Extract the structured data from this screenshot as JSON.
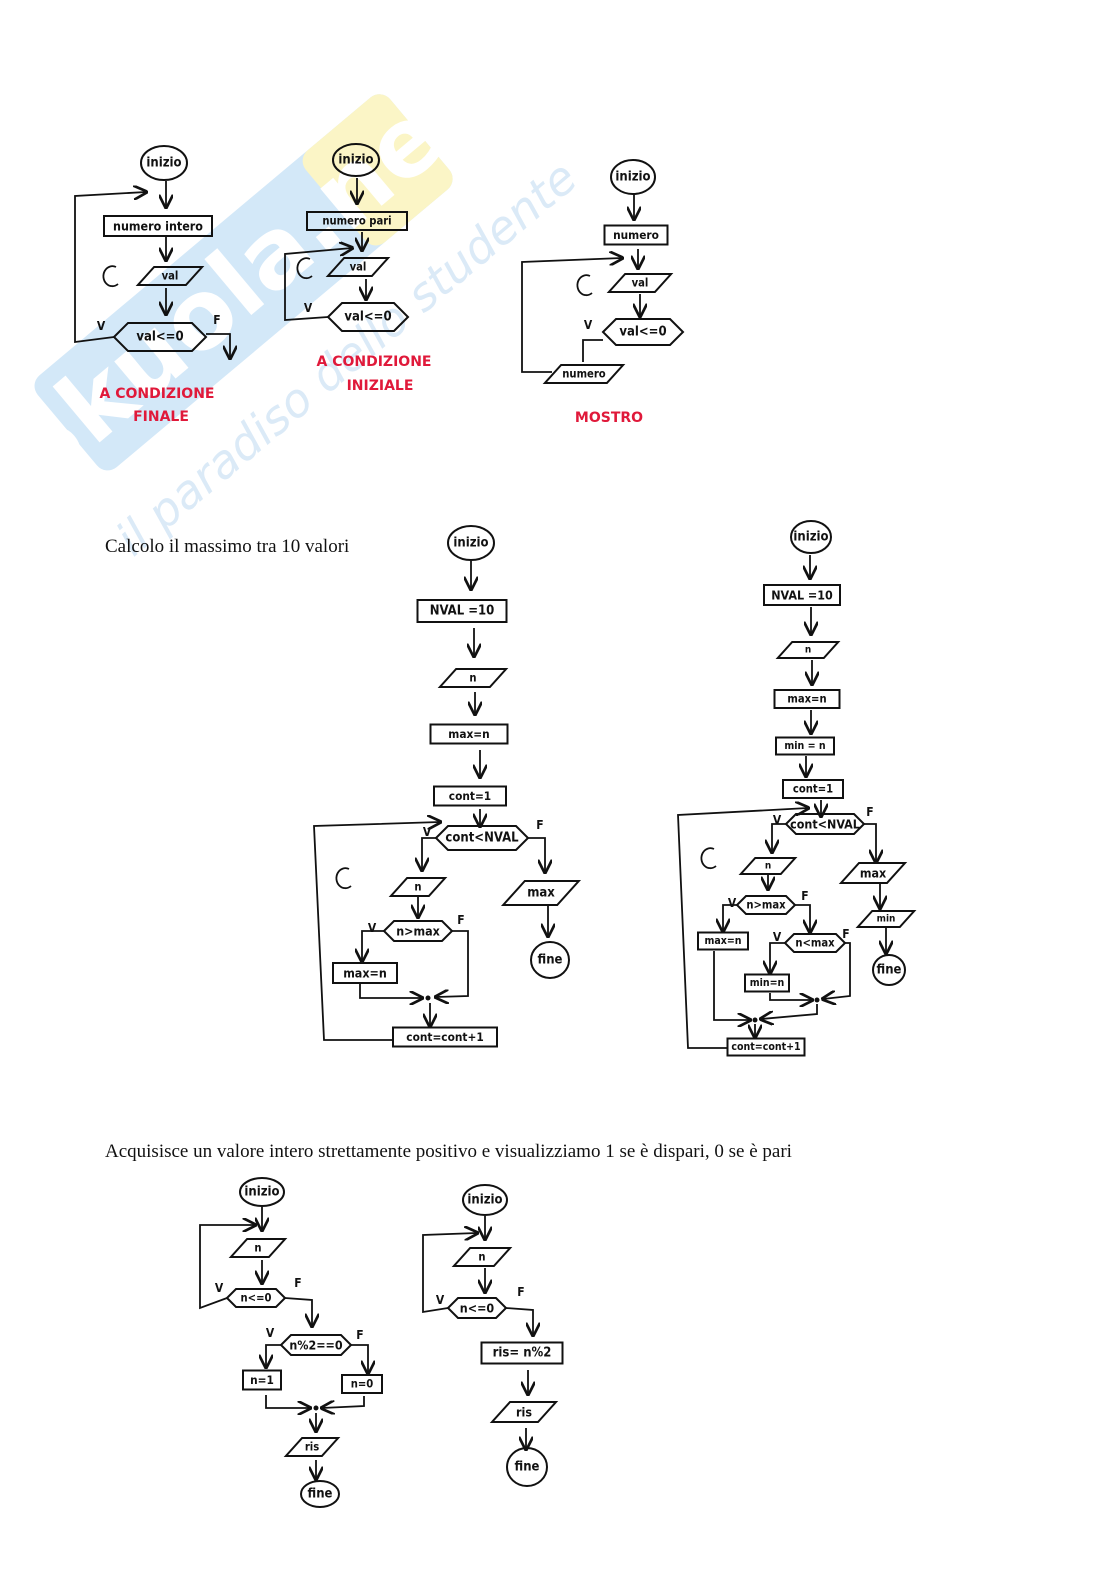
{
  "watermark": {
    "brand": "Skuola.net",
    "tagline": "il paradiso dello studente"
  },
  "colors": {
    "ink": "#111111",
    "annotation": "#e0193a",
    "watermark_blue": "#d3e8f8",
    "watermark_yellow": "#fbf5c6"
  },
  "section1": {
    "diagram_a": {
      "start": "inizio",
      "input": "numero intero",
      "read": "val",
      "cond": "val<=0",
      "true_label": "V",
      "false_label": "F",
      "note_line1": "A CONDIZIONE",
      "note_line2": "FINALE"
    },
    "diagram_b": {
      "start": "inizio",
      "input": "numero pari",
      "read": "val",
      "cond": "val<=0",
      "true_label": "V",
      "note_line1": "A CONDIZIONE",
      "note_line2": "INIZIALE"
    },
    "diagram_c": {
      "start": "inizio",
      "input": "numero",
      "read": "val",
      "cond": "val<=0",
      "true_label": "V",
      "output": "numero",
      "note": "MOSTRO"
    }
  },
  "section2": {
    "caption": "Calcolo il massimo tra 10 valori",
    "diagram_d": {
      "start": "inizio",
      "init": "NVAL =10",
      "read1": "n",
      "set_max": "max=n",
      "set_cont": "cont=1",
      "cond": "cont<NVAL",
      "true_label": "V",
      "false_label": "F",
      "read2": "n",
      "cond_max": "n>max",
      "true_label2": "V",
      "false_label2": "F",
      "upd_max": "max=n",
      "incr": "cont=cont+1",
      "out": "max",
      "end": "fine"
    },
    "diagram_e": {
      "start": "inizio",
      "init": "NVAL =10",
      "read1": "n",
      "set_max": "max=n",
      "set_min": "min = n",
      "set_cont": "cont=1",
      "cond": "cont<NVAL",
      "true_label": "V",
      "false_label": "F",
      "read2": "n",
      "cond_max": "n>max",
      "true_label2": "V",
      "false_label2": "F",
      "upd_max": "max=n",
      "cond_min": "n<max",
      "true_label3": "V",
      "false_label3": "F",
      "upd_min": "min=n",
      "incr": "cont=cont+1",
      "out_max": "max",
      "out_min": "min",
      "end": "fine"
    }
  },
  "section3": {
    "caption": "Acquisisce un valore intero strettamente positivo e visualizziamo 1 se è dispari, 0 se è pari",
    "diagram_f": {
      "start": "inizio",
      "read": "n",
      "cond": "n<=0",
      "true_label": "V",
      "false_label": "F",
      "cond_par": "n%2==0",
      "true_label2": "V",
      "false_label2": "F",
      "set1": "n=1",
      "set0": "n=0",
      "out": "ris",
      "end": "fine"
    },
    "diagram_g": {
      "start": "inizio",
      "read": "n",
      "cond": "n<=0",
      "true_label": "V",
      "false_label": "F",
      "calc": "ris= n%2",
      "out": "ris",
      "end": "fine"
    }
  }
}
